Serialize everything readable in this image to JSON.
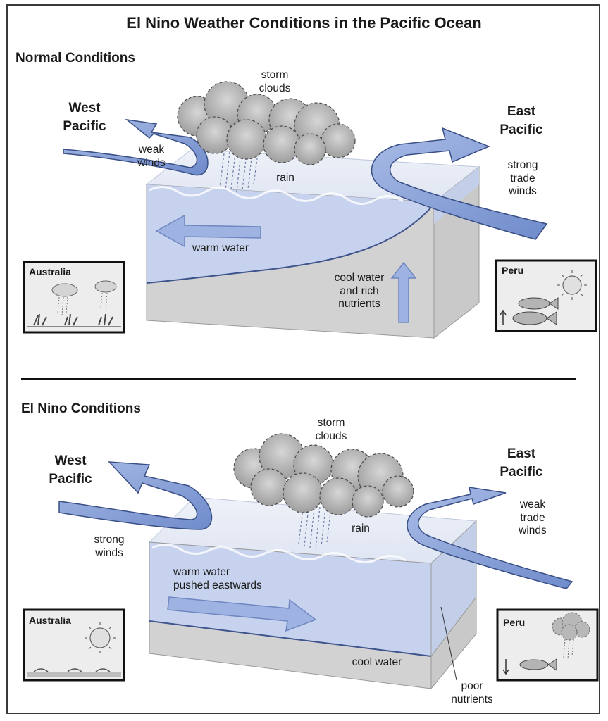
{
  "title": "El Nino Weather Conditions in the Pacific Ocean",
  "normal": {
    "heading": "Normal Conditions",
    "west": "West\nPacific",
    "east": "East\nPacific",
    "storm_clouds": "storm\nclouds",
    "rain": "rain",
    "weak_winds": "weak\nwinds",
    "strong_trade_winds": "strong\ntrade\nwinds",
    "warm_water": "warm water",
    "cool_water": "cool water\nand rich\nnutrients",
    "australia": "Australia",
    "peru": "Peru"
  },
  "elnino": {
    "heading": "El Nino Conditions",
    "west": "West\nPacific",
    "east": "East\nPacific",
    "storm_clouds": "storm\nclouds",
    "rain": "rain",
    "strong_winds": "strong\nwinds",
    "weak_trade_winds": "weak\ntrade\nwinds",
    "warm_water": "warm water\npushed eastwards",
    "cool_water": "cool water",
    "poor_nutrients": "poor\nnutrients",
    "australia": "Australia",
    "peru": "Peru"
  },
  "colors": {
    "water": "#c9d5ef",
    "deep_water": "#d3d3d3",
    "arrow": "#7e98d4",
    "arrow_edge": "#3a4f86",
    "cloud": "#b5b5b5",
    "cloud_edge": "#4a4a4a"
  },
  "icons": [
    "cloud-icon",
    "rain-icon",
    "sun-icon",
    "fish-icon",
    "grass-icon",
    "up-arrow-icon",
    "down-arrow-icon"
  ]
}
